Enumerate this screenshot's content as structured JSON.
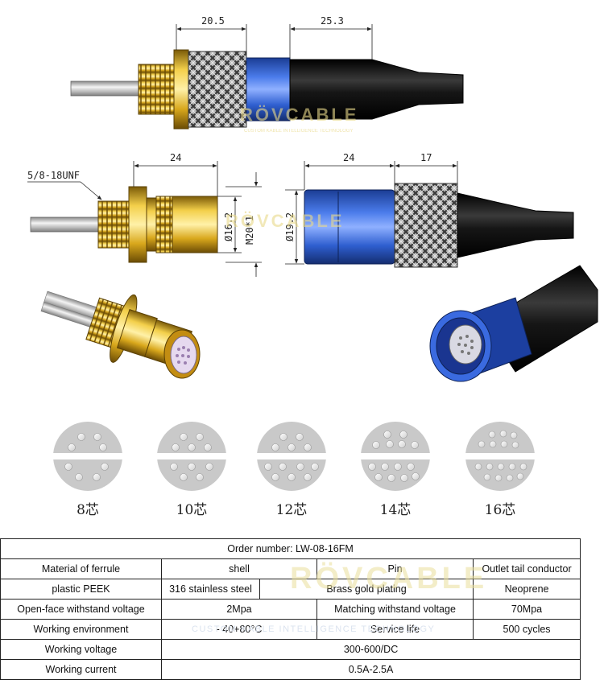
{
  "dimensions": {
    "top_shell": "20.5",
    "top_tail": "25.3",
    "mid_length_left": "24",
    "thread": "5/8-18UNF",
    "dia_16": "Ø16.2",
    "thread_m20": "M20*1",
    "mid_length_right": "24",
    "dia_19": "Ø19.2",
    "knurl_17": "17"
  },
  "watermark": {
    "brand": "RÖVCABLE",
    "tagline": "CUSTOM KABLE INTELLIGENCE TECHNOLOGY"
  },
  "pin_layouts": [
    {
      "label": "8芯"
    },
    {
      "label": "10芯"
    },
    {
      "label": "12芯"
    },
    {
      "label": "14芯"
    },
    {
      "label": "16芯"
    }
  ],
  "table": {
    "order_number": "Order number: LW-08-16FM",
    "row1": {
      "c1": "Material of ferrule",
      "c2": "shell",
      "c3": "Pin",
      "c4": "Outlet tail conductor"
    },
    "row2": {
      "c1": "plastic PEEK",
      "c2": "316 stainless steel",
      "c3": "Brass gold plating",
      "c4": "Neoprene"
    },
    "row3": {
      "c1": "Open-face withstand voltage",
      "c2": "2Mpa",
      "c3": "Matching withstand voltage",
      "c4": "70Mpa"
    },
    "row4": {
      "c1": "Working environment",
      "c2": "- 40+80°C",
      "c3": "Service life",
      "c4": "500 cycles"
    },
    "row5": {
      "c1": "Working voltage",
      "c2": "300-600/DC"
    },
    "row6": {
      "c1": "Working current",
      "c2": "0.5A-2.5A"
    }
  },
  "colors": {
    "gold": "#d9a81c",
    "blue": "#2f5fd0",
    "black": "#111111",
    "silver": "#c8c8c8"
  }
}
